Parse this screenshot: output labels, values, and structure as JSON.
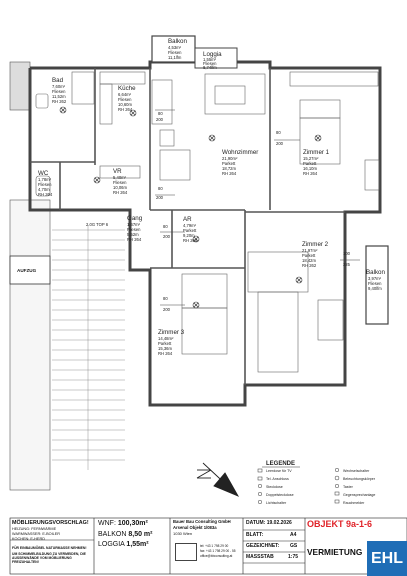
{
  "rooms": {
    "balkon_top": {
      "name": "Balkon",
      "area": "4,53m²",
      "floor": "Fliesen",
      "height": "11,1lfm"
    },
    "loggia": {
      "name": "Loggia",
      "area": "1,55m²",
      "floor": "Fliesen",
      "height": "8,74lfm"
    },
    "bad": {
      "name": "Bad",
      "area": "7,60m²",
      "floor": "Fliesen",
      "extra": "11,52m",
      "rh": "RH 262"
    },
    "kueche": {
      "name": "Küche",
      "area": "6,64m²",
      "floor": "Fliesen",
      "extra": "10,60m",
      "rh": "RH 264"
    },
    "wohnzimmer": {
      "name": "Wohnzimmer",
      "area": "21,90m²",
      "floor": "Parkett",
      "extra": "18,72m",
      "rh": "RH 264"
    },
    "zimmer1": {
      "name": "Zimmer 1",
      "area": "15,27m²",
      "floor": "Parkett",
      "extra": "16,10m",
      "rh": "RH 264"
    },
    "wc": {
      "name": "WC",
      "area": "1,78m²",
      "floor": "Fliesen",
      "extra": "4,70m",
      "rh": "RH 264"
    },
    "vr": {
      "name": "VR",
      "area": "5,40m²",
      "floor": "Fliesen",
      "extra": "10,06m",
      "rh": "RH 264"
    },
    "gang": {
      "name": "Gang",
      "area": "1,67m²",
      "floor": "Fliesen",
      "extra": "5,52m",
      "rh": "RH 264"
    },
    "ar": {
      "name": "AR",
      "area": "4,79m²",
      "floor": "Parkett",
      "extra": "9,20m",
      "rh": "RH 264"
    },
    "zimmer3": {
      "name": "Zimmer 3",
      "area": "14,48m²",
      "floor": "Parkett",
      "extra": "15,36m",
      "rh": "RH 264"
    },
    "zimmer2": {
      "name": "Zimmer 2",
      "area": "21,97m²",
      "floor": "Parkett",
      "extra": "18,42m",
      "rh": "RH 262"
    },
    "balkon_right": {
      "name": "Balkon",
      "area": "3,97m²",
      "floor": "Fliesen",
      "extra": "9,40lfm"
    }
  },
  "labels": {
    "aufzug": "AUFZUG",
    "door_tag": "2.0G TOP 6",
    "win_80": "80",
    "win_200": "200",
    "win_100": "100",
    "win_225": "225"
  },
  "legend": {
    "title": "LEGENDE",
    "left": [
      "Leerdose für TV",
      "Tel. Anschluss",
      "Steckdose",
      "Doppelsteckdose",
      "Lichtschalter"
    ],
    "right": [
      "Wechselschalter",
      "Beleuchtungskörper",
      "Taster",
      "Gegensprechanlage",
      "Rauchmelder"
    ]
  },
  "title_block": {
    "furnishing_heading": "MÖBLIERUNGSVORSCHLAG!",
    "rows": [
      [
        "HEIZUNG:",
        "FERNWÄRME"
      ],
      [
        "WARMWASSER:",
        "E-BOILER"
      ],
      [
        "KOCHEN:",
        "E-HERD"
      ]
    ],
    "note1": "FÜR EINBAUMÖBEL NATURMASSE NEHMEN!",
    "note2": "UM SCHIMMELBILDUNG ZU VERMEIDEN, DIE AUSSENWÄNDE VOM MÖBLIERUNG FREIZUHALTEN!",
    "wnf_label": "WNF:",
    "wnf_value": "100,30m²",
    "balkon_label": "BALKON",
    "balkon_value": "8,50 m²",
    "loggia_label": "LOGGIA",
    "loggia_value": "1,55m²",
    "company": "Bauer Bau Consulting GmbH",
    "project": "Arsenal Objekt 1/083a",
    "city": "1030 Wien",
    "contact1": "tel: +43 1 798 29 00",
    "contact2": "fax: +43 1 798 29 00 - 55",
    "contact3": "office@bbconsulting.at",
    "datum": "DATUM: 19.02.2026",
    "blatt_label": "BLATT:",
    "blatt_value": "A4",
    "gez_label": "GEZEICHNET:",
    "gez_value": "GS",
    "massstab_label": "MASSSTAB",
    "massstab_value": "1:75",
    "objekt": "OBJEKT 9a-1-6",
    "vermietung": "VERMIETUNG",
    "logo": "EHL"
  },
  "colors": {
    "wall": "#555555",
    "objekt": "#e0242a",
    "logo_bg": "#1f6db6"
  }
}
